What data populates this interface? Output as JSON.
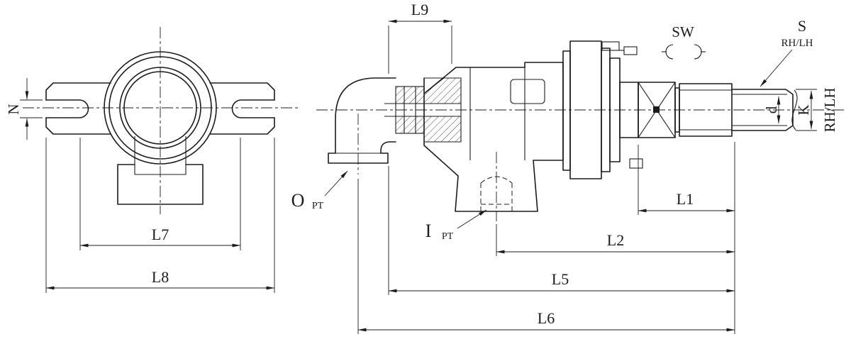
{
  "page": {
    "background": "#ffffff",
    "line_color": "#1c1c1c",
    "kind": "rotary joint technical drawing, two orthographic views"
  },
  "front_view": {
    "dims": {
      "n": "N",
      "l7": "L7",
      "l8": "L8"
    }
  },
  "side_view": {
    "dims": {
      "l9": "L9",
      "l1": "L1",
      "l2": "L2",
      "l5": "L5",
      "l6": "L6",
      "d": "d",
      "k": "K"
    },
    "labels": {
      "sw": "SW",
      "s": "S",
      "s_thread": "RH/LH",
      "shaft_thread": "RH/LH",
      "outlet": "O",
      "outlet_unit": "PT",
      "inlet": "I",
      "inlet_unit": "PT"
    }
  }
}
